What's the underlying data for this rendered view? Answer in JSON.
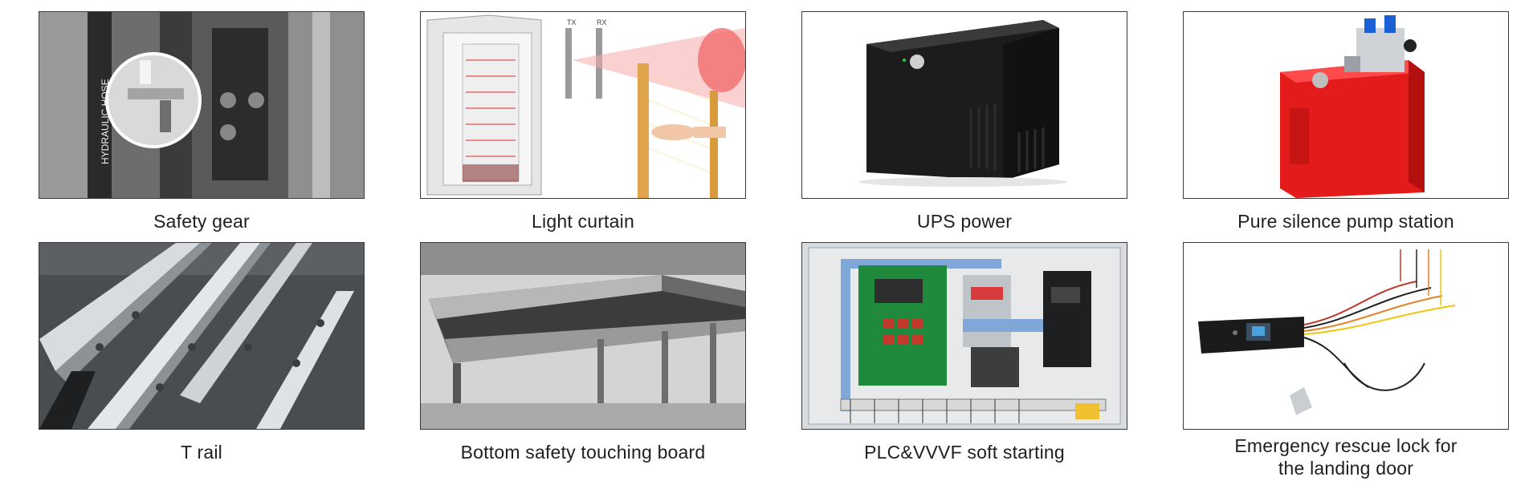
{
  "products": [
    {
      "caption": "Safety gear",
      "image_label": "HYDRAULIC HOSE"
    },
    {
      "caption": "Light curtain",
      "tx_label": "TX",
      "rx_label": "RX"
    },
    {
      "caption": "UPS power"
    },
    {
      "caption": "Pure silence pump station"
    },
    {
      "caption": "T rail"
    },
    {
      "caption": "Bottom safety touching board"
    },
    {
      "caption": "PLC&VVVF soft starting"
    },
    {
      "caption_line1": "Emergency rescue lock for",
      "caption_line2": "the landing door"
    }
  ]
}
